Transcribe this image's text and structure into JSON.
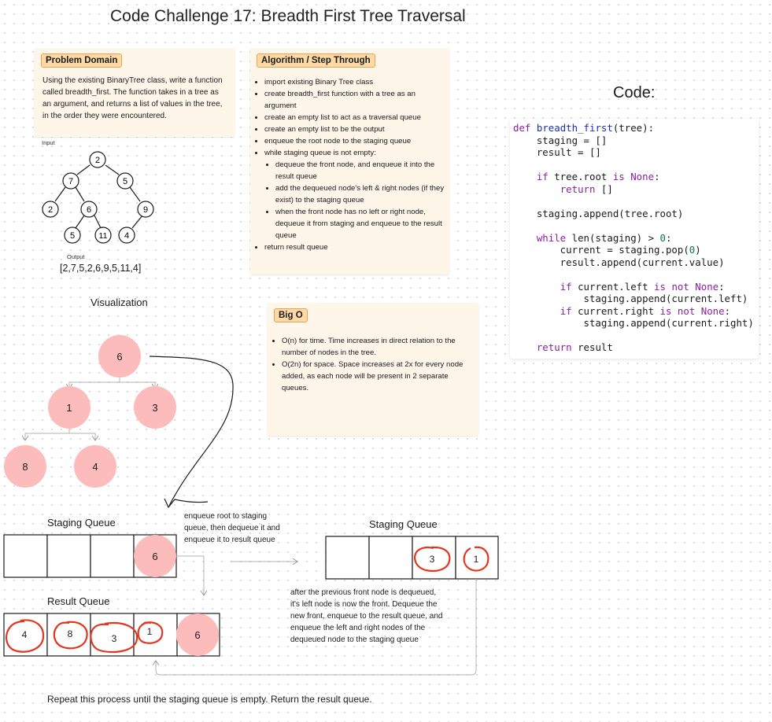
{
  "title": "Code Challenge 17: Breadth First Tree Traversal",
  "problem_domain": {
    "tag": "Problem Domain",
    "text": "Using the existing BinaryTree class, write a function called breadth_first. The function takes in a tree as an argument, and returns a list of values in the tree, in the order they were encountered."
  },
  "algorithm": {
    "tag": "Algorithm / Step Through",
    "steps": [
      "import existing Binary Tree class",
      "create breadth_first function with a tree as an argument",
      "create an empty list to act as a traversal queue",
      "create an empty list to be the output",
      "enqueue the root node to the staging queue",
      "while staging queue is not empty:",
      "return result queue"
    ],
    "sub_steps": [
      "dequeue the front node, and enqueue it into the result queue",
      "add the dequeued node's left & right nodes (if they exist) to the staging queue",
      "when the front node has no left or right node, dequeue it from staging and enqueue to the result queue"
    ]
  },
  "big_o": {
    "tag": "Big O",
    "items": [
      "O(n) for time. Time increases in direct relation to the number of nodes in the tree.",
      "O(2n) for space. Space increases at 2x for every node added, as each node will be present in 2 separate queues."
    ]
  },
  "code_heading": "Code:",
  "input_tree": {
    "input_label": "Input",
    "output_label": "Output",
    "output_value": "[2,7,5,2,6,9,5,11,4]",
    "nodes": [
      "2",
      "7",
      "5",
      "2",
      "6",
      "9",
      "5",
      "11",
      "4"
    ]
  },
  "visualization": {
    "heading": "Visualization",
    "nodes": [
      "6",
      "1",
      "3",
      "8",
      "4"
    ]
  },
  "staging_queue_1": {
    "label": "Staging Queue",
    "front_value": "6"
  },
  "staging_queue_2": {
    "label": "Staging Queue",
    "values": [
      "3",
      "1"
    ]
  },
  "result_queue": {
    "label": "Result Queue",
    "values": [
      "4",
      "8",
      "3",
      "1",
      "6"
    ]
  },
  "notes": {
    "enqueue_root": "enqueue root to staging queue, then dequeue it and enqueue it to result queue",
    "previous_front": "after the previous front node is dequeued, it's left node is now the front. Dequeue the new front, enqueue to the result queue, and enqueue the left and right nodes of the dequeued node to the staging queue"
  },
  "footer": "Repeat this process until the staging queue is empty. Return the result queue.",
  "colors": {
    "sticky_note": "#fff6ea",
    "tag": "#fdd9a6",
    "node_fill": "#fdbcbc",
    "red_marker": "#e2371f",
    "keyword": "#8a1fa0",
    "function_name": "#1b2fb0",
    "number": "#0a7c3b"
  }
}
